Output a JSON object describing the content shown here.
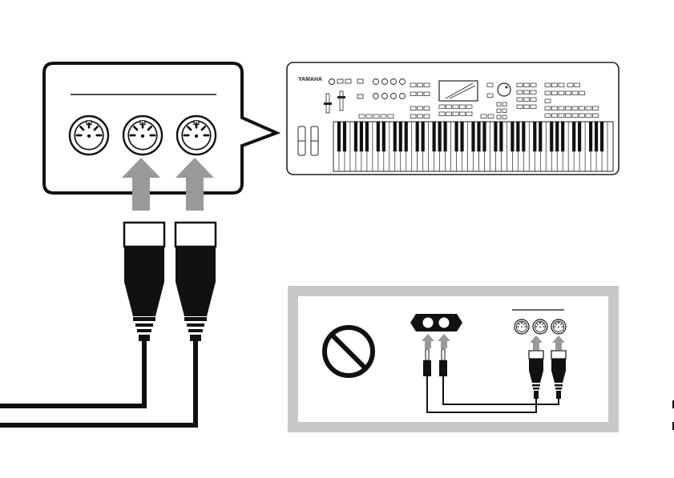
{
  "keyboard": {
    "brand_text": "YAMAHA",
    "white_key_count": 50
  },
  "callout": {
    "midi_port_count": 3
  },
  "warning_panel": {
    "icon": "prohibition-icon",
    "colors": {
      "frame": "#c8c8c8",
      "arrow": "#999999",
      "cable": "#111111"
    }
  },
  "colors": {
    "arrow": "#999999",
    "cable": "#111111",
    "outline": "#222222"
  }
}
